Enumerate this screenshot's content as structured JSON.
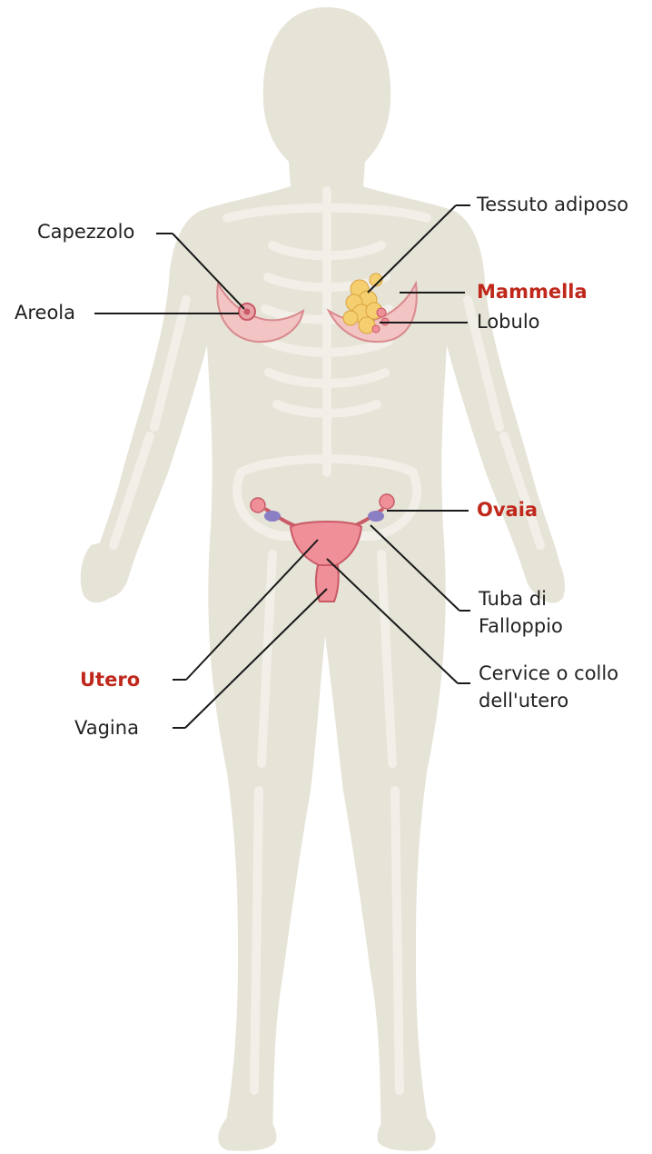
{
  "labels": {
    "capezzolo": "Capezzolo",
    "areola": "Areola",
    "tessuto_adiposo": "Tessuto adiposo",
    "mammella": "Mammella",
    "lobulo": "Lobulo",
    "ovaia": "Ovaia",
    "tuba_line1": "Tuba di",
    "tuba_line2": "Falloppio",
    "utero": "Utero",
    "cervice_line1": "Cervice o collo",
    "cervice_line2": "dell'utero",
    "vagina": "Vagina"
  },
  "colors": {
    "body": "#e6e3d7",
    "bone": "#f1efe7",
    "organ": "#ef8f98",
    "organ_dark": "#c95a66",
    "adipose": "#f5cf6f",
    "tube_purple": "#8a7fc4",
    "highlight_text": "#c0281c",
    "text": "#222222"
  }
}
